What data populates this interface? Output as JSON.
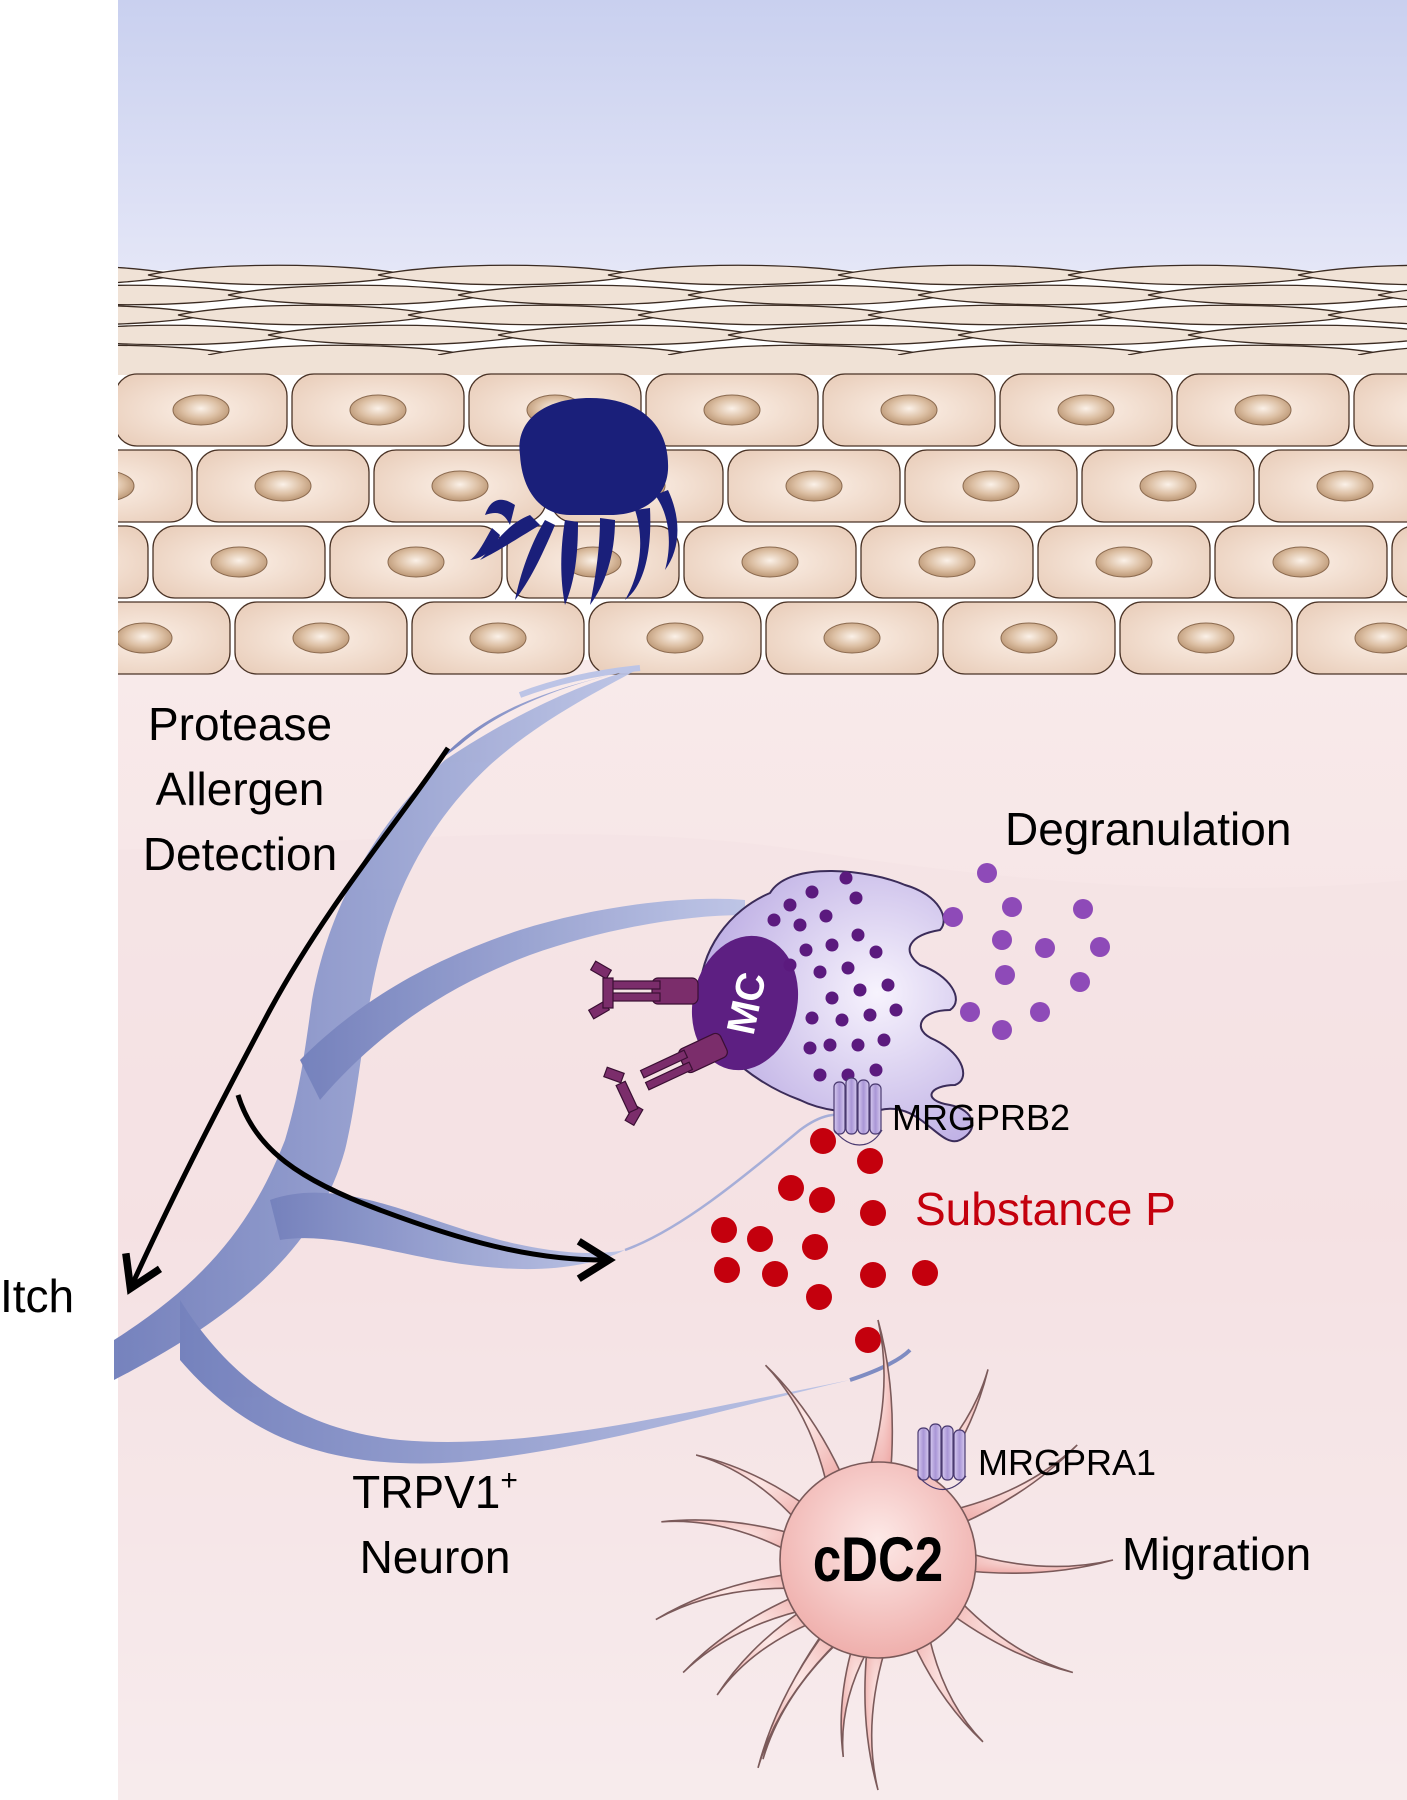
{
  "labels": {
    "protease_line1": "Protease",
    "protease_line2": "Allergen",
    "protease_line3": "Detection",
    "itch": "Itch",
    "degranulation": "Degranulation",
    "mc": "MC",
    "mrgprb2": "MRGPRB2",
    "substance_p": "Substance P",
    "trpv1_neuron_line1": "TRPV1",
    "trpv1_superscript": "+",
    "trpv1_neuron_line2": "Neuron",
    "mrgpra1": "MRGPRA1",
    "cdc2": "cDC2",
    "migration": "Migration"
  },
  "colors": {
    "sky_top": "#c9d0ef",
    "sky_bottom": "#e2e5f7",
    "squame_fill": "#f0e2d6",
    "keratinocyte_fill": "#f2dccb",
    "nucleus_fill": "#c9a584",
    "mite": "#1a1f7a",
    "dermis": "#f6e4e6",
    "neuron": "#7f8cc2",
    "mast_cell": "#d9d0f0",
    "mast_nucleus": "#5d1f82",
    "granule": "#5b1a7e",
    "released_granule": "#8e4ab8",
    "receptor": "#7b2d6b",
    "mrgpr": "#b9a8da",
    "substance_p": "#c4000d",
    "dc_fill": "#f6c9c6",
    "dc_stroke": "#8a5d5d",
    "arrow": "#000000"
  }
}
